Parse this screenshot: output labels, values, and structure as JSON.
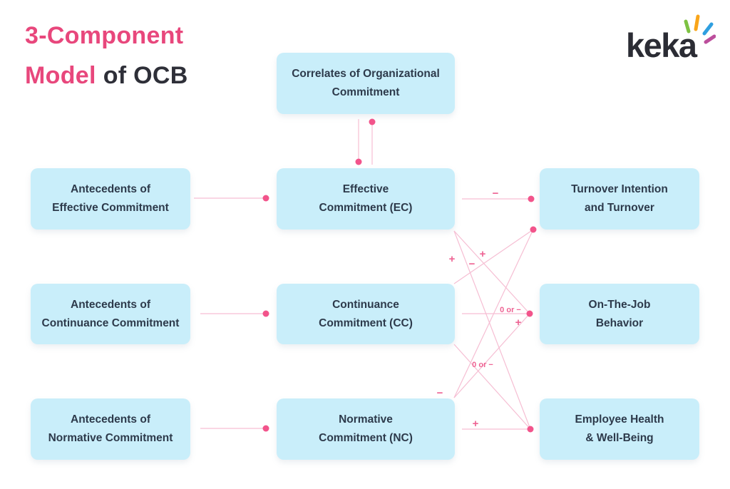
{
  "header": {
    "title_line1": "3-Component",
    "title_line2_accent": "Model",
    "title_line2_rest": "of OCB"
  },
  "logo": {
    "text": "keka",
    "spark_colors": [
      "#7dc242",
      "#f9a51a",
      "#2f9fe0",
      "#bc4e9c"
    ]
  },
  "colors": {
    "title_accent": "#e8477c",
    "title_dark": "#2e2f38",
    "box_fill": "#c9eefa",
    "box_text": "#2d3a4b",
    "connector_line": "#f6bed3",
    "connector_dot": "#f2548b",
    "sign_label": "#ee6393"
  },
  "boxes": {
    "correlates": {
      "line1": "Correlates of Organizational",
      "line2": "Commitment"
    },
    "ant_ec": {
      "line1": "Antecedents of",
      "line2": "Effective Commitment"
    },
    "ant_cc": {
      "line1": "Antecedents of",
      "line2": "Continuance Commitment"
    },
    "ant_nc": {
      "line1": "Antecedents of",
      "line2": "Normative Commitment"
    },
    "ec": {
      "line1": "Effective",
      "line2": "Commitment (EC)"
    },
    "cc": {
      "line1": "Continuance",
      "line2": "Commitment (CC)"
    },
    "nc": {
      "line1": "Normative",
      "line2": "Commitment (NC)"
    },
    "turnover": {
      "line1": "Turnover Intention",
      "line2": "and Turnover"
    },
    "otj": {
      "line1": "On-The-Job",
      "line2": "Behavior"
    },
    "health": {
      "line1": "Employee Health",
      "line2": "& Well-Being"
    }
  },
  "connections": [
    {
      "from": "Effective Commitment (EC)",
      "to": "Turnover Intention and Turnover",
      "sign": "−"
    },
    {
      "from": "Continuance Commitment (CC)",
      "to": "Turnover Intention and Turnover",
      "sign": "−"
    },
    {
      "from": "Normative Commitment (NC)",
      "to": "Turnover Intention and Turnover",
      "sign": "−"
    },
    {
      "from": "Effective Commitment (EC)",
      "to": "On-The-Job Behavior",
      "sign": "+"
    },
    {
      "from": "Continuance Commitment (CC)",
      "to": "On-The-Job Behavior",
      "sign": "0 or −"
    },
    {
      "from": "Normative Commitment (NC)",
      "to": "On-The-Job Behavior",
      "sign": "+"
    },
    {
      "from": "Effective Commitment (EC)",
      "to": "Employee Health & Well-Being",
      "sign": "+"
    },
    {
      "from": "Continuance Commitment (CC)",
      "to": "Employee Health & Well-Being",
      "sign": "0 or −"
    },
    {
      "from": "Normative Commitment (NC)",
      "to": "Employee Health & Well-Being",
      "sign": "+"
    },
    {
      "from": "Antecedents of Effective Commitment",
      "to": "Effective Commitment (EC)",
      "sign": ""
    },
    {
      "from": "Antecedents of Continuance Commitment",
      "to": "Continuance Commitment (CC)",
      "sign": ""
    },
    {
      "from": "Antecedents of Normative Commitment",
      "to": "Normative Commitment (NC)",
      "sign": ""
    },
    {
      "from": "Correlates of Organizational Commitment",
      "to": "Effective Commitment (EC)",
      "sign": ""
    },
    {
      "from": "Effective Commitment (EC)",
      "to": "Correlates of Organizational Commitment",
      "sign": ""
    }
  ]
}
